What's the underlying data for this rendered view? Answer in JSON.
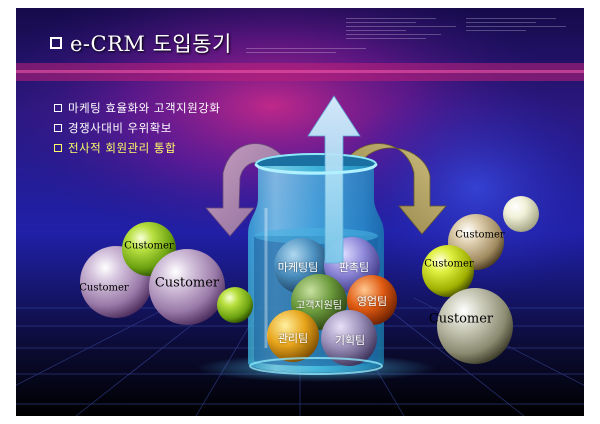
{
  "title": "e-CRM 도입동기",
  "bullets": [
    {
      "text": "마케팅 효율화와 고객지원강화",
      "color": "#ffffff"
    },
    {
      "text": "경쟁사대비 우위확보",
      "color": "#ffffff"
    },
    {
      "text": "전사적 회원관리 통합",
      "color": "#ffff66"
    }
  ],
  "customer_label": "Customer",
  "jar_balls": [
    {
      "label": "마케팅팀",
      "color": "#4a8fbf"
    },
    {
      "label": "판촉팀",
      "color": "#8c86d8"
    },
    {
      "label": "고객지원팀",
      "color": "#6b9a3c"
    },
    {
      "label": "영업팀",
      "color": "#e05a12"
    },
    {
      "label": "관리팀",
      "color": "#e8a51c"
    },
    {
      "label": "기획팀",
      "color": "#9a8fb8"
    }
  ],
  "colors": {
    "background": "#1a1a8c",
    "accent_magenta": "#c0207a",
    "jar": "#5fd8f0",
    "arrow_left": "#b07ca0",
    "arrow_right": "#b8a070",
    "arrow_up": "#b0e0f8"
  }
}
